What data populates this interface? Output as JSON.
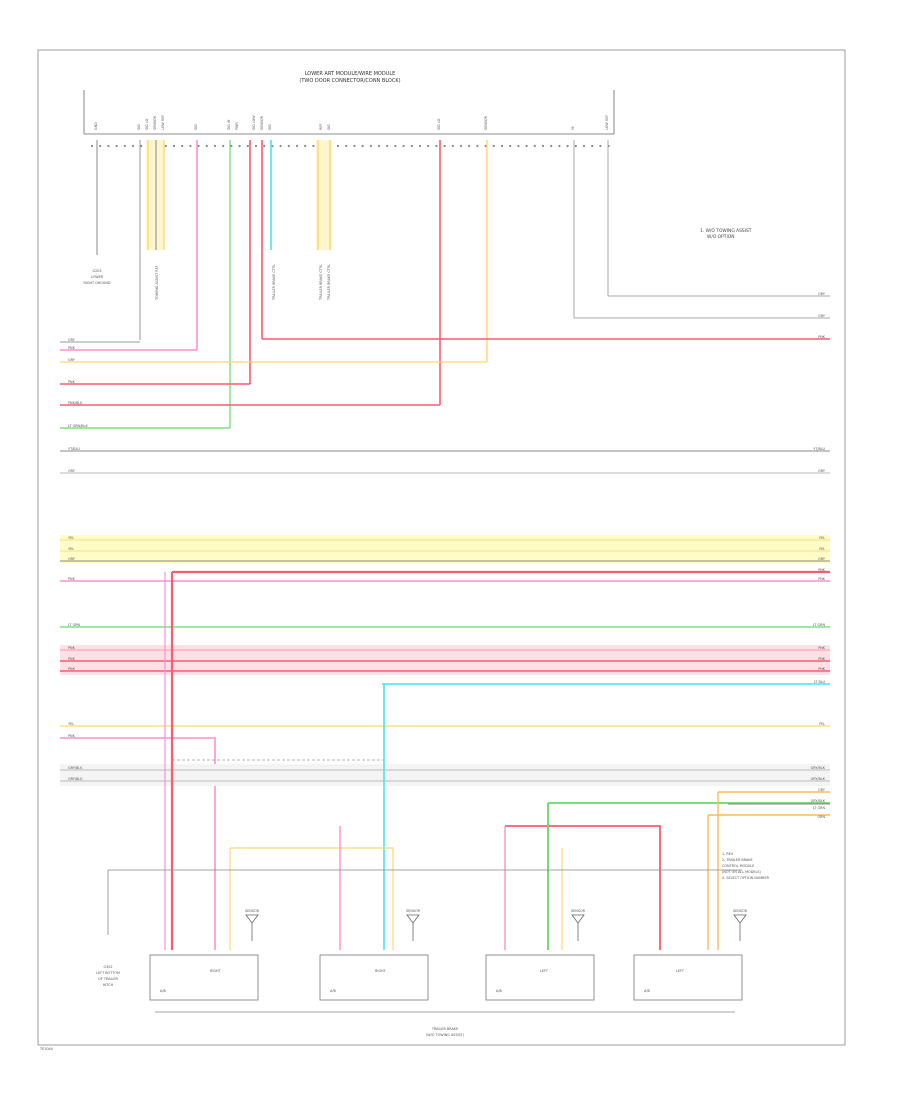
{
  "header": {
    "line1": "LOWER ART MODULE/WIRE MODULE",
    "line2": "(TWO DOOR CONNECTOR/CONN BLOCK)"
  },
  "right_note": {
    "line1": "1. W/O TOWING ASSIST",
    "line2": "W/O OPTION"
  },
  "pin_labels": [
    "GND",
    "SIG",
    "SIG LO",
    "SENSOR",
    "LOW REF",
    "SIG",
    "SIG HI",
    "PWR",
    "SIG LOW",
    "SENSOR",
    "SIG",
    "REF",
    "SIG",
    "SIG LO",
    "SENSOR",
    "HI",
    "LOW REF"
  ],
  "splice_labels": [
    "TOWING ASSIST REF",
    "TRAILER BRAKE CTRL",
    "TRAILER BRAKE CTRL",
    "TRAILER BRAKE CTRL"
  ],
  "ground_label": {
    "line1": "G203",
    "line2": "LOWER",
    "line3": "RIGHT GROUND"
  },
  "left_wire_labels": [
    "GRY",
    "PNK",
    "GRY",
    "PNK",
    "PNK/BLK",
    "LT GRN/BLK",
    "YT/BLU",
    "GRY",
    "YEL",
    "YEL",
    "GRY",
    "PNK",
    "LT GRN",
    "PNK",
    "PNK",
    "PNK",
    "YEL",
    "PNK",
    "GRY/BLK",
    "GRY/BLK"
  ],
  "right_wire_labels": [
    "GRY",
    "GRY",
    "PNK",
    "YT/BLU",
    "GRY",
    "YEL",
    "YEL",
    "GRY",
    "PNK",
    "PNK",
    "LT GRN",
    "PNK",
    "PNK",
    "PNK",
    "LT BLU",
    "YEL",
    "GRY/BLK",
    "GRY/BLK",
    "GRY",
    "GRY/BLK",
    "LT GRN",
    "ORN"
  ],
  "lower_note": {
    "line1": "1. REV",
    "line2": "2. TRAILER BRAKE",
    "line3": "CONTROL MODULE",
    "line4": "(NOT ON ALL MODELS)",
    "line5": "4. SELECT OPTION NUMBER"
  },
  "side_ground": {
    "line1": "G302",
    "line2": "LEFT BOTTOM",
    "line3": "OF TRAILER",
    "line4": "HITCH"
  },
  "modules": [
    {
      "label": "RIGHT",
      "sub": "A/B"
    },
    {
      "label": "RIGHT",
      "sub": "A/B"
    },
    {
      "label": "LEFT",
      "sub": "A/B"
    },
    {
      "label": "LEFT",
      "sub": "A/B"
    }
  ],
  "sensor_label": "SENSOR",
  "footer": {
    "line1": "TRAILER BRAKE",
    "line2": "(W/O TOWING ASSIST)"
  },
  "page_code": "TE1044",
  "colors": {
    "pink": "#ff8fcf",
    "red": "#ff5a6e",
    "yellow": "#ffe28a",
    "green": "#66d96a",
    "cyan": "#44e6ee",
    "orange": "#ffbb55",
    "gray": "#9a9a9a"
  }
}
